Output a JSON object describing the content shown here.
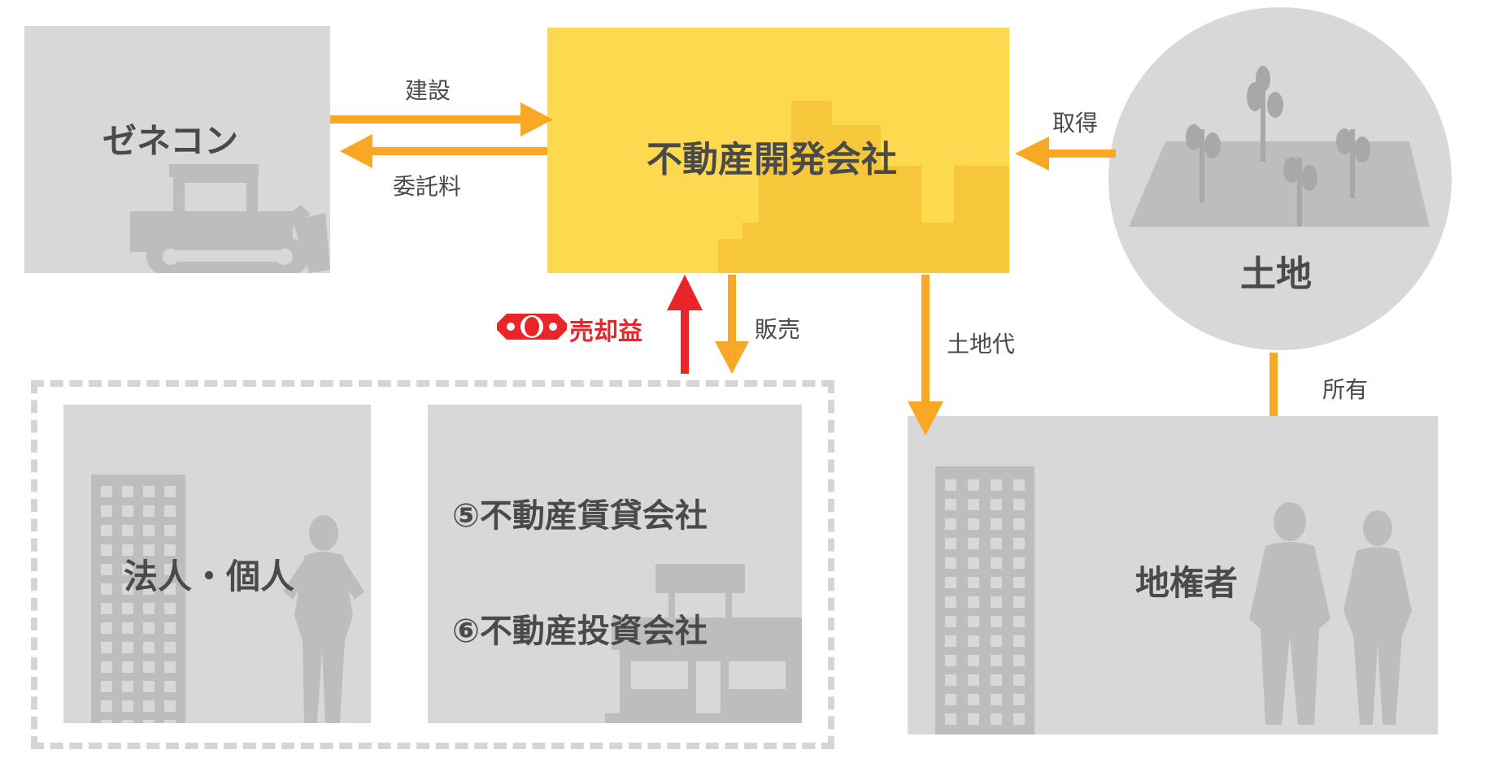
{
  "nodes": {
    "general_contractor": "ゼネコン",
    "developer": "不動産開発会社",
    "land": "土地",
    "buyers": "法人・個人",
    "rental_company": "⑤不動産賃貸会社",
    "investment_company": "⑥不動産投資会社",
    "landowner": "地権者"
  },
  "edges": {
    "construction": "建設",
    "commission": "委託料",
    "acquisition": "取得",
    "sale": "販売",
    "profit": "売却益",
    "land_payment": "土地代",
    "ownership": "所有"
  },
  "colors": {
    "arrow": "#f9a825",
    "profit_arrow": "#e8262a",
    "developer_fill": "#fcd94e",
    "box_fill": "#d8d8d8",
    "silhouette": "#bdbdbd"
  },
  "icons": {
    "bulldozer": "bulldozer-icon",
    "city_skyline": "city-skyline-icon",
    "sprouts": "sprout-field-icon",
    "building": "office-building-icon",
    "person": "person-silhouette-icon",
    "shop": "storefront-icon",
    "money": "banknote-icon"
  }
}
